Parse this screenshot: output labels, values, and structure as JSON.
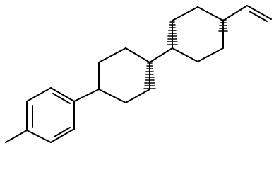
{
  "molecule": {
    "rings": [
      {
        "kind": "aromatic",
        "substituent": "methyl"
      },
      {
        "kind": "cyclohexane",
        "stereo": "trans"
      },
      {
        "kind": "cyclohexane",
        "stereo": "trans",
        "substituent": "vinyl"
      }
    ],
    "colors": {
      "bond": "#000000",
      "background": "#ffffff"
    }
  }
}
